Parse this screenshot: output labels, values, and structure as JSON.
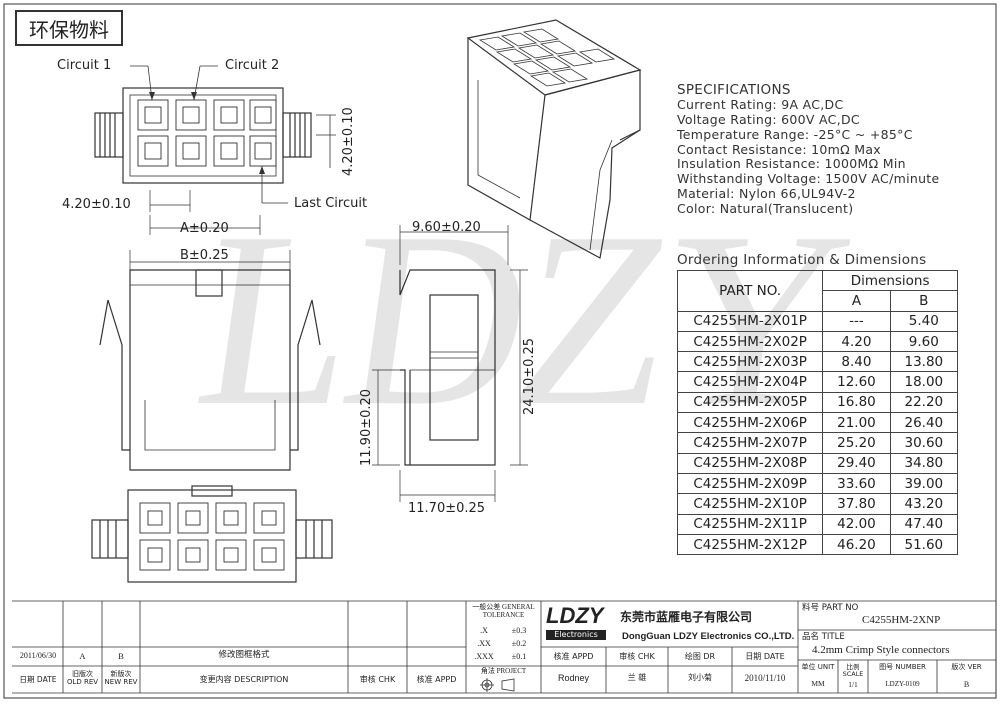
{
  "badge": "环保物料",
  "watermark": "LDZY",
  "drawing": {
    "circuit1": "Circuit 1",
    "circuit2": "Circuit 2",
    "last_circuit": "Last Circuit",
    "dim_pitch_v": "4.20±0.10",
    "dim_pitch_h": "4.20±0.10",
    "dim_a": "A±0.20",
    "dim_b": "B±0.25",
    "dim_side_w": "9.60±0.20",
    "dim_side_h": "24.10±0.25",
    "dim_side_h2": "11.90±0.20",
    "dim_side_base": "11.70±0.25"
  },
  "specs": {
    "heading": "SPECIFICATIONS",
    "lines": [
      "Current Rating: 9A AC,DC",
      "Voltage Rating: 600V AC,DC",
      "Temperature Range: -25°C ~ +85°C",
      "Contact Resistance: 10mΩ Max",
      "Insulation Resistance: 1000MΩ Min",
      "Withstanding Voltage: 1500V AC/minute",
      "Material: Nylon 66,UL94V-2",
      "Color: Natural(Translucent)"
    ]
  },
  "ordering": {
    "heading": "Ordering Information & Dimensions",
    "col_part": "PART NO.",
    "col_dims": "Dimensions",
    "col_a": "A",
    "col_b": "B",
    "rows": [
      {
        "part": "C4255HM-2X01P",
        "a": "---",
        "b": "5.40"
      },
      {
        "part": "C4255HM-2X02P",
        "a": "4.20",
        "b": "9.60"
      },
      {
        "part": "C4255HM-2X03P",
        "a": "8.40",
        "b": "13.80"
      },
      {
        "part": "C4255HM-2X04P",
        "a": "12.60",
        "b": "18.00"
      },
      {
        "part": "C4255HM-2X05P",
        "a": "16.80",
        "b": "22.20"
      },
      {
        "part": "C4255HM-2X06P",
        "a": "21.00",
        "b": "26.40"
      },
      {
        "part": "C4255HM-2X07P",
        "a": "25.20",
        "b": "30.60"
      },
      {
        "part": "C4255HM-2X08P",
        "a": "29.40",
        "b": "34.80"
      },
      {
        "part": "C4255HM-2X09P",
        "a": "33.60",
        "b": "39.00"
      },
      {
        "part": "C4255HM-2X10P",
        "a": "37.80",
        "b": "43.20"
      },
      {
        "part": "C4255HM-2X11P",
        "a": "42.00",
        "b": "47.40"
      },
      {
        "part": "C4255HM-2X12P",
        "a": "46.20",
        "b": "51.60"
      }
    ]
  },
  "titleblock": {
    "rev_date": "2011/06/30",
    "rev_old": "A",
    "rev_new": "B",
    "rev_desc": "修改图框格式",
    "h_date": "日期 DATE",
    "h_old": "旧版次 OLD REV",
    "h_new": "新版次 NEW REV",
    "h_desc": "变更内容 DESCRIPTION",
    "h_chk": "审核 CHK",
    "h_appd": "核准 APPD",
    "tol_title": "一般公差 GENERAL TOLERANCE",
    "tol_x": ".X",
    "tol_x_v": "±0.3",
    "tol_xx": ".XX",
    "tol_xx_v": "±0.2",
    "tol_xxx": ".XXX",
    "tol_xxx_v": "±0.1",
    "proj_label": "角法 PROJECT",
    "logo": "LDZY",
    "logo_sub": "Electronics",
    "company_cn": "东莞市蓝雁电子有限公司",
    "company_en": "DongGuan LDZY Electronics CO.,LTD.",
    "h_appd2": "核准 APPD",
    "h_chk2": "审核 CHK",
    "h_dr": "绘图 DR",
    "h_date2": "日期 DATE",
    "appd_name": "Rodney",
    "chk_name": "兰 雄",
    "dr_name": "刘小菊",
    "draw_date": "2010/11/10",
    "partno_label": "料号 PART NO",
    "partno": "C4255HM-2XNP",
    "title_label": "品名 TITLE",
    "title": "4.2mm Crimp Style connectors",
    "unit_label": "单位 UNIT",
    "unit": "MM",
    "scale_label": "比例 SCALE",
    "scale": "1/1",
    "number_label": "图号 NUMBER",
    "number": "LDZY-0109",
    "ver_label": "版次 VER",
    "ver": "B"
  }
}
